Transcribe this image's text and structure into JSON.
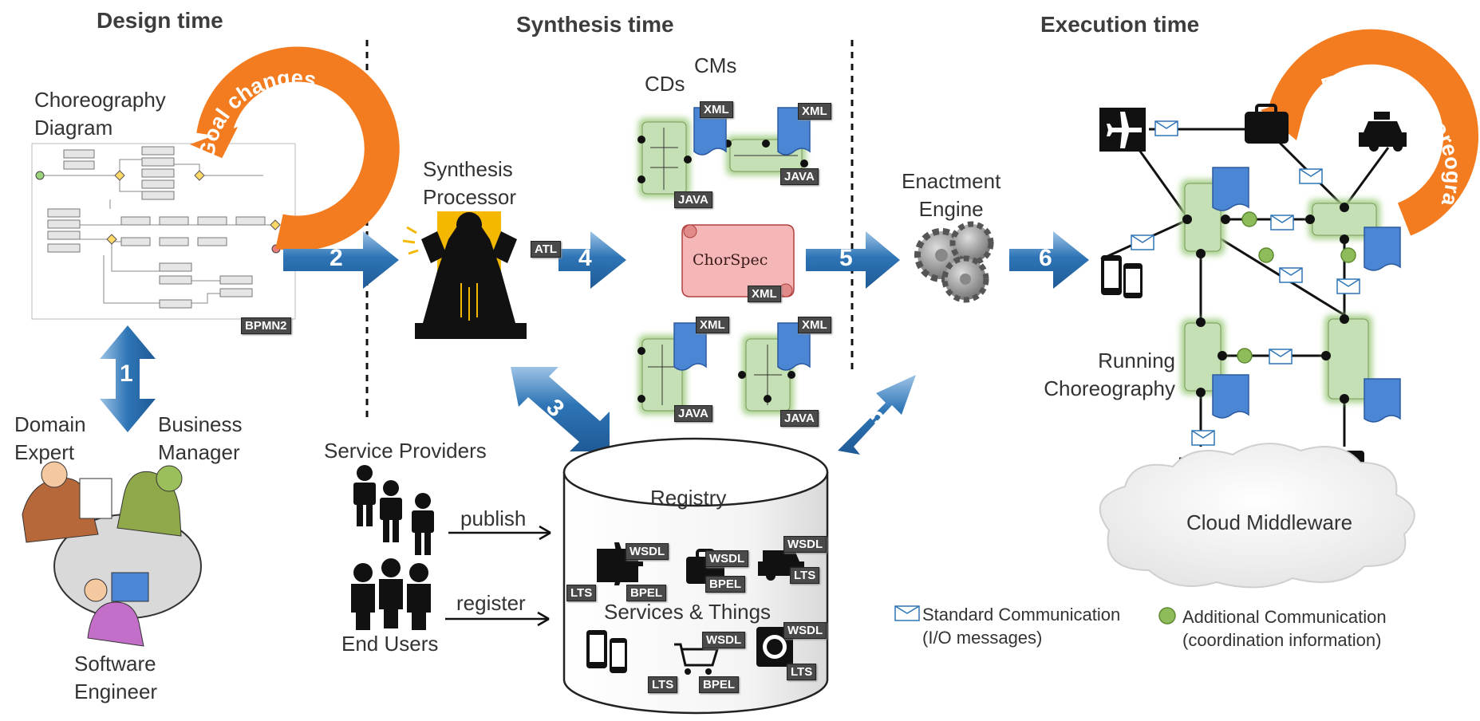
{
  "headers": {
    "design": "Design time",
    "synthesis": "Synthesis time",
    "execution": "Execution time"
  },
  "labels": {
    "choreography_diagram": [
      "Choreography",
      "Diagram"
    ],
    "synthesis_processor": [
      "Synthesis",
      "Processor"
    ],
    "enactment_engine": [
      "Enactment",
      "Engine"
    ],
    "running_choreography": [
      "Running",
      "Choreography"
    ],
    "domain_expert": [
      "Domain",
      "Expert"
    ],
    "business_manager": [
      "Business",
      "Manager"
    ],
    "software_engineer": [
      "Software",
      "Engineer"
    ],
    "service_providers": "Service Providers",
    "end_users": "End Users",
    "publish": "publish",
    "register": "register",
    "registry": "Registry",
    "services_things": "Services & Things",
    "cloud_middleware": "Cloud Middleware",
    "cds": "CDs",
    "cms": "CMs",
    "chorspec": "ChorSpec"
  },
  "curved_labels": {
    "goal_changes": "Goal changes",
    "evolving": "Evolving choreography"
  },
  "tags": {
    "bpmn2": "BPMN2",
    "atl": "ATL",
    "xml": "XML",
    "java": "JAVA",
    "wsdl": "WSDL",
    "bpel": "BPEL",
    "lts": "LTS"
  },
  "arrows": {
    "a1": "1",
    "a2": "2",
    "a3": "3",
    "a4": "4",
    "a5": "5",
    "a5b": "5",
    "a6": "6"
  },
  "legend": {
    "standard": [
      "Standard Communication",
      "(I/O messages)"
    ],
    "additional": [
      "Additional Communication",
      "(coordination information)"
    ]
  },
  "colors": {
    "arrow_blue": "#2e75b6",
    "arrow_light": "#9dc3e6",
    "orange": "#f47c20",
    "green_glow": "#a9d18e",
    "dot_green": "#8fbc5a",
    "doc_blue": "#4a86d4",
    "chorspec_pink": "#f4b6b6",
    "processor_yellow": "#f5b800"
  }
}
